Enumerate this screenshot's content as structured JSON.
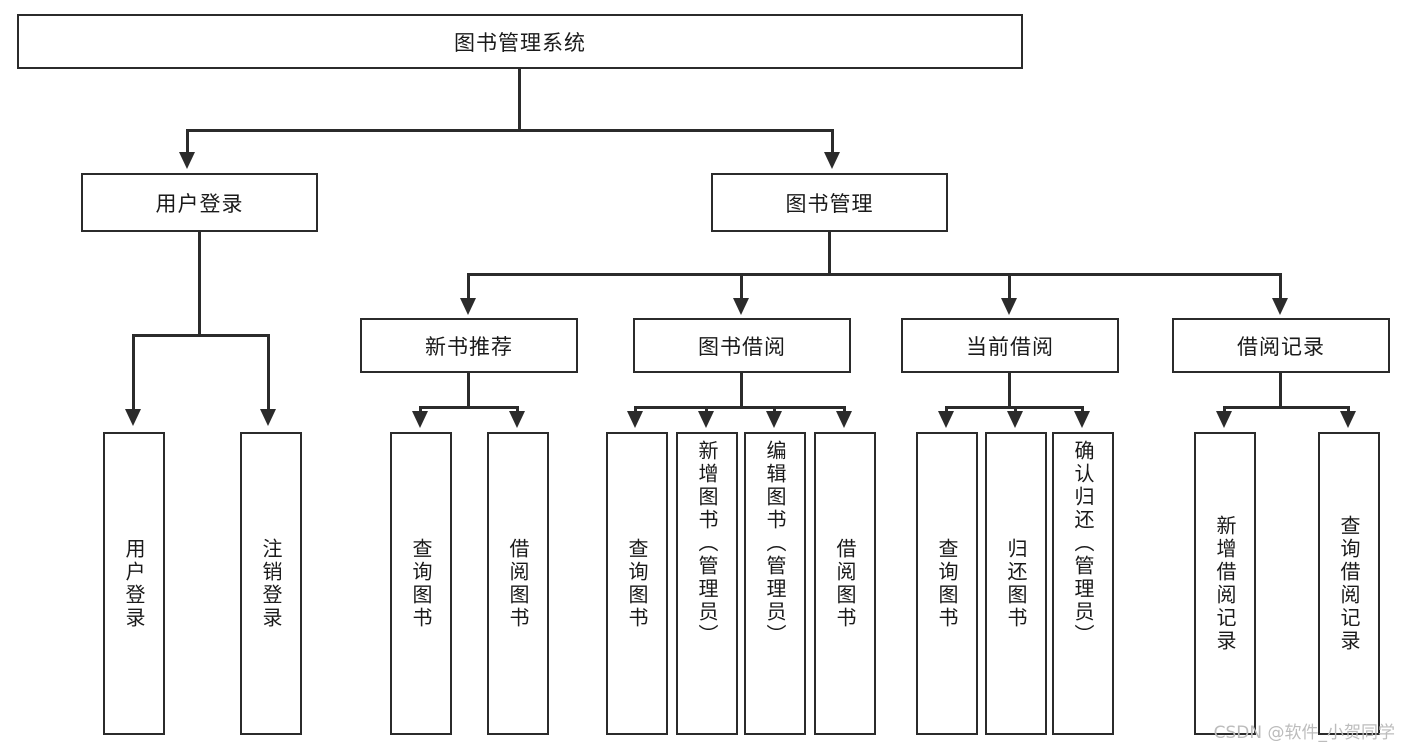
{
  "diagram": {
    "title": "图书管理系统",
    "watermark": "CSDN @软件_小贺同学",
    "accent_color": "#2b2b2b",
    "background_color": "#ffffff",
    "nodes": {
      "root": "图书管理系统",
      "l2": {
        "user_login": "用户登录",
        "book_manage": "图书管理"
      },
      "l3": {
        "new_book_rec": "新书推荐",
        "book_borrow": "图书借阅",
        "current_borrow": "当前借阅",
        "borrow_record": "借阅记录"
      },
      "l4": {
        "user_login_1": "用户登录",
        "user_login_2": "注销登录",
        "new_book_1": "查询图书",
        "new_book_2": "借阅图书",
        "borrow_1": "查询图书",
        "borrow_2": "新增图书（管理员）",
        "borrow_3": "编辑图书（管理员）",
        "borrow_4": "借阅图书",
        "current_1": "查询图书",
        "current_2": "归还图书",
        "current_3": "确认归还（管理员）",
        "record_1": "新增借阅记录",
        "record_2": "查询借阅记录"
      }
    }
  }
}
